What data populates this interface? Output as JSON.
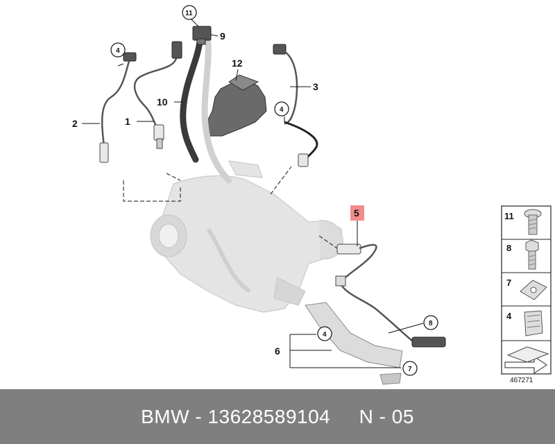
{
  "diagram": {
    "callouts": {
      "c1": "1",
      "c2": "2",
      "c3": "3",
      "c4a": "4",
      "c4b": "4",
      "c4c": "4",
      "c5": "5",
      "c6": "6",
      "c7": "7",
      "c8": "8",
      "c9": "9",
      "c10": "10",
      "c11": "11",
      "c12": "12"
    },
    "highlight_color": "#f28c8c"
  },
  "legend": {
    "items": [
      {
        "number": "11",
        "icon": "torx-bolt-icon"
      },
      {
        "number": "8",
        "icon": "hex-bolt-icon"
      },
      {
        "number": "7",
        "icon": "clip-nut-icon"
      },
      {
        "number": "4",
        "icon": "cable-clip-icon"
      },
      {
        "number": "",
        "icon": "arrow-icon"
      }
    ],
    "reference": "467271"
  },
  "footer": {
    "brand": "BMW",
    "separator": "-",
    "part_number": "13628589104",
    "code": "N - 05"
  }
}
